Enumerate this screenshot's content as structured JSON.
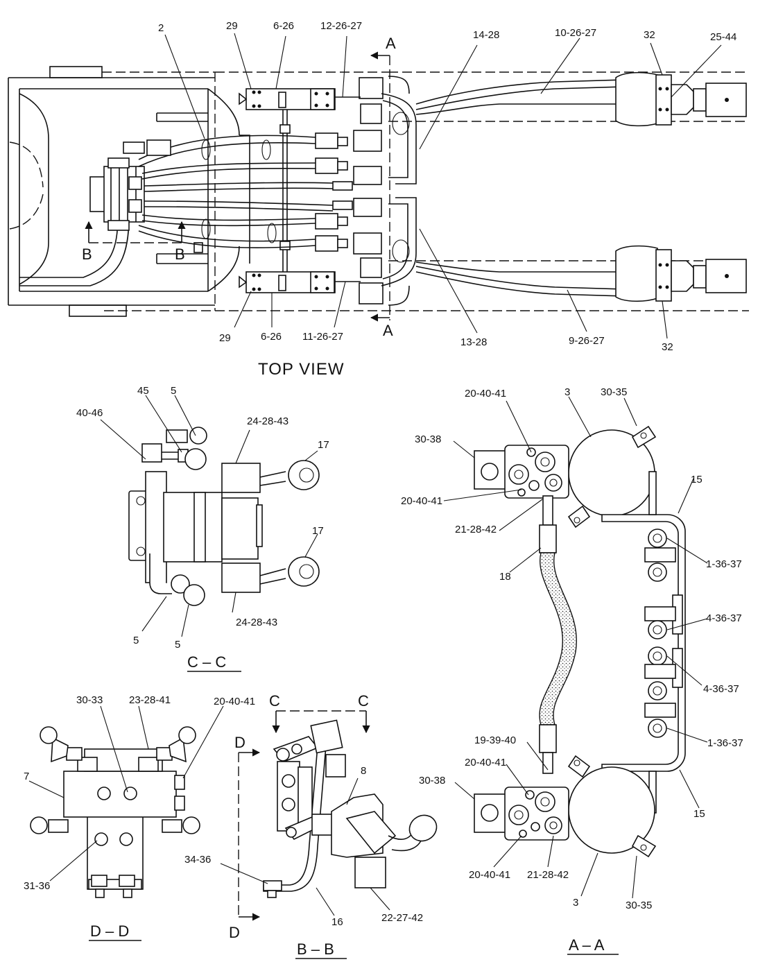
{
  "views": {
    "top": {
      "title": "TOP  VIEW",
      "labels": [
        "2",
        "29",
        "6-26",
        "12-26-27",
        "14-28",
        "10-26-27",
        "32",
        "25-44",
        "29",
        "6-26",
        "11-26-27",
        "13-28",
        "9-26-27",
        "32"
      ],
      "section_markers": [
        "A",
        "A",
        "B",
        "B"
      ]
    },
    "cc": {
      "title": "C – C",
      "labels": [
        "45",
        "5",
        "40-46",
        "24-28-43",
        "17",
        "17",
        "24-28-43",
        "5",
        "5"
      ]
    },
    "aa": {
      "title": "A – A",
      "labels": [
        "20-40-41",
        "3",
        "30-35",
        "30-38",
        "15",
        "20-40-41",
        "21-28-42",
        "1-36-37",
        "18",
        "4-36-37",
        "4-36-37",
        "1-36-37",
        "19-39-40",
        "20-40-41",
        "30-38",
        "15",
        "20-40-41",
        "21-28-42",
        "3",
        "30-35"
      ]
    },
    "dd": {
      "title": "D – D",
      "labels": [
        "30-33",
        "23-28-41",
        "20-40-41",
        "7",
        "31-36"
      ]
    },
    "bb": {
      "title": "B – B",
      "labels": [
        "8",
        "34-36",
        "16",
        "22-27-42"
      ],
      "section_markers": [
        "C",
        "C",
        "D",
        "D"
      ]
    }
  }
}
